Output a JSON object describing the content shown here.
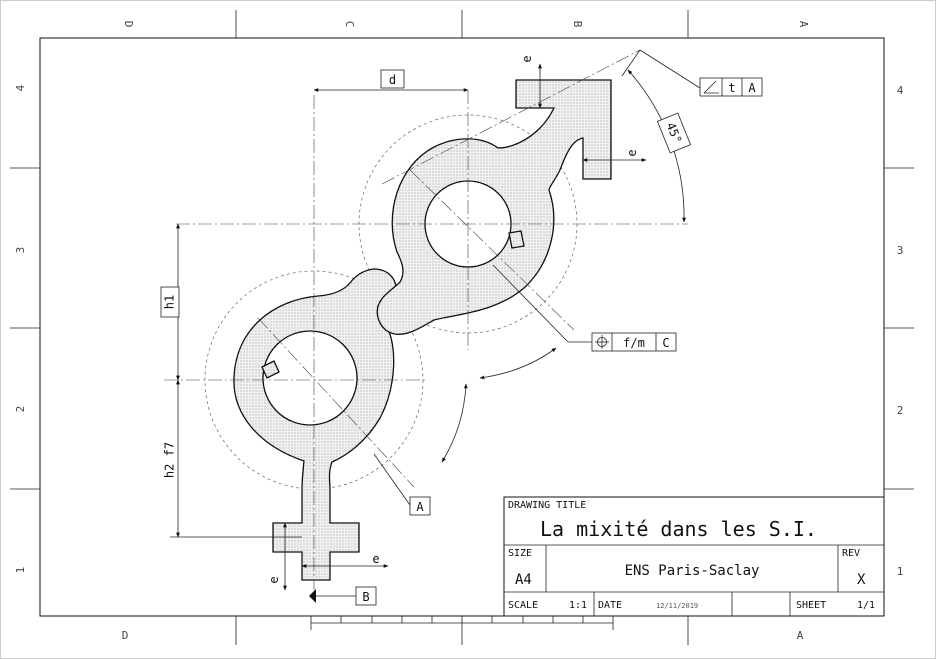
{
  "drawing": {
    "column_labels": [
      "D",
      "C",
      "B",
      "A"
    ],
    "row_labels": [
      "4",
      "3",
      "2",
      "1"
    ],
    "dimensions": {
      "d": "d",
      "e": "e",
      "h1": "h1",
      "h2f7": "h2 f7",
      "angle": "45°"
    },
    "feature_frames": {
      "angularity": {
        "symbol": "∠",
        "tolerance": "t",
        "datum": "A"
      },
      "position": {
        "symbol": "⌖",
        "tolerance": "f/m",
        "datum": "C"
      }
    },
    "datums": {
      "A": "A",
      "B": "B"
    }
  },
  "title_block": {
    "drawing_title_label": "DRAWING TITLE",
    "drawing_title": "La mixité dans les S.I.",
    "size_label": "SIZE",
    "size_value": "A4",
    "company": "ENS Paris-Saclay",
    "rev_label": "REV",
    "rev_value": "X",
    "scale_label": "SCALE",
    "scale_value": "1:1",
    "date_label": "DATE",
    "date_value": "12/11/2019",
    "sheet_label": "SHEET",
    "sheet_value": "1/1"
  }
}
